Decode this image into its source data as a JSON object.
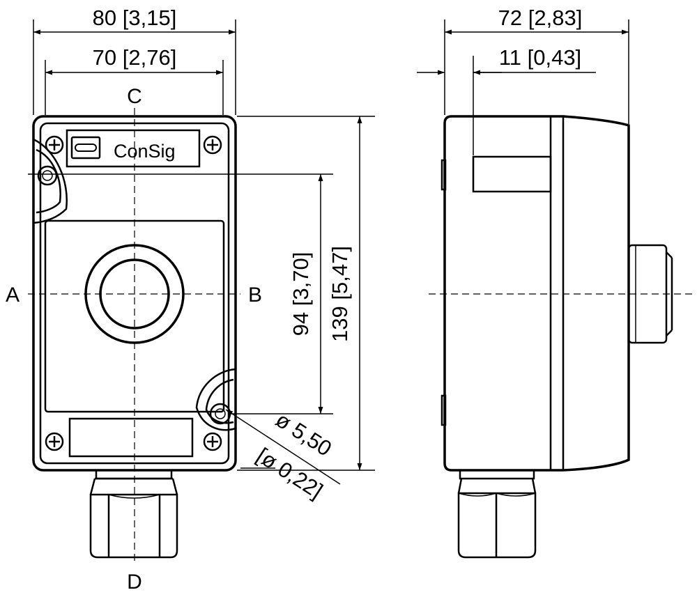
{
  "front_view": {
    "dim_width_outer": "80 [3,15]",
    "dim_width_inner": "70 [2,76]",
    "dim_hole_spacing": "94 [3,70]",
    "dim_height": "139 [5,47]",
    "dim_hole_diameter": "ø 5,50",
    "dim_hole_diameter_inch": "[ø 0,22]",
    "label_top": "C",
    "label_bottom": "D",
    "label_left": "A",
    "label_right": "B",
    "brand": "ConSig"
  },
  "side_view": {
    "dim_depth": "72 [2,83]",
    "dim_offset": "11 [0,43]"
  },
  "colors": {
    "line": "#000000",
    "background": "#ffffff"
  }
}
